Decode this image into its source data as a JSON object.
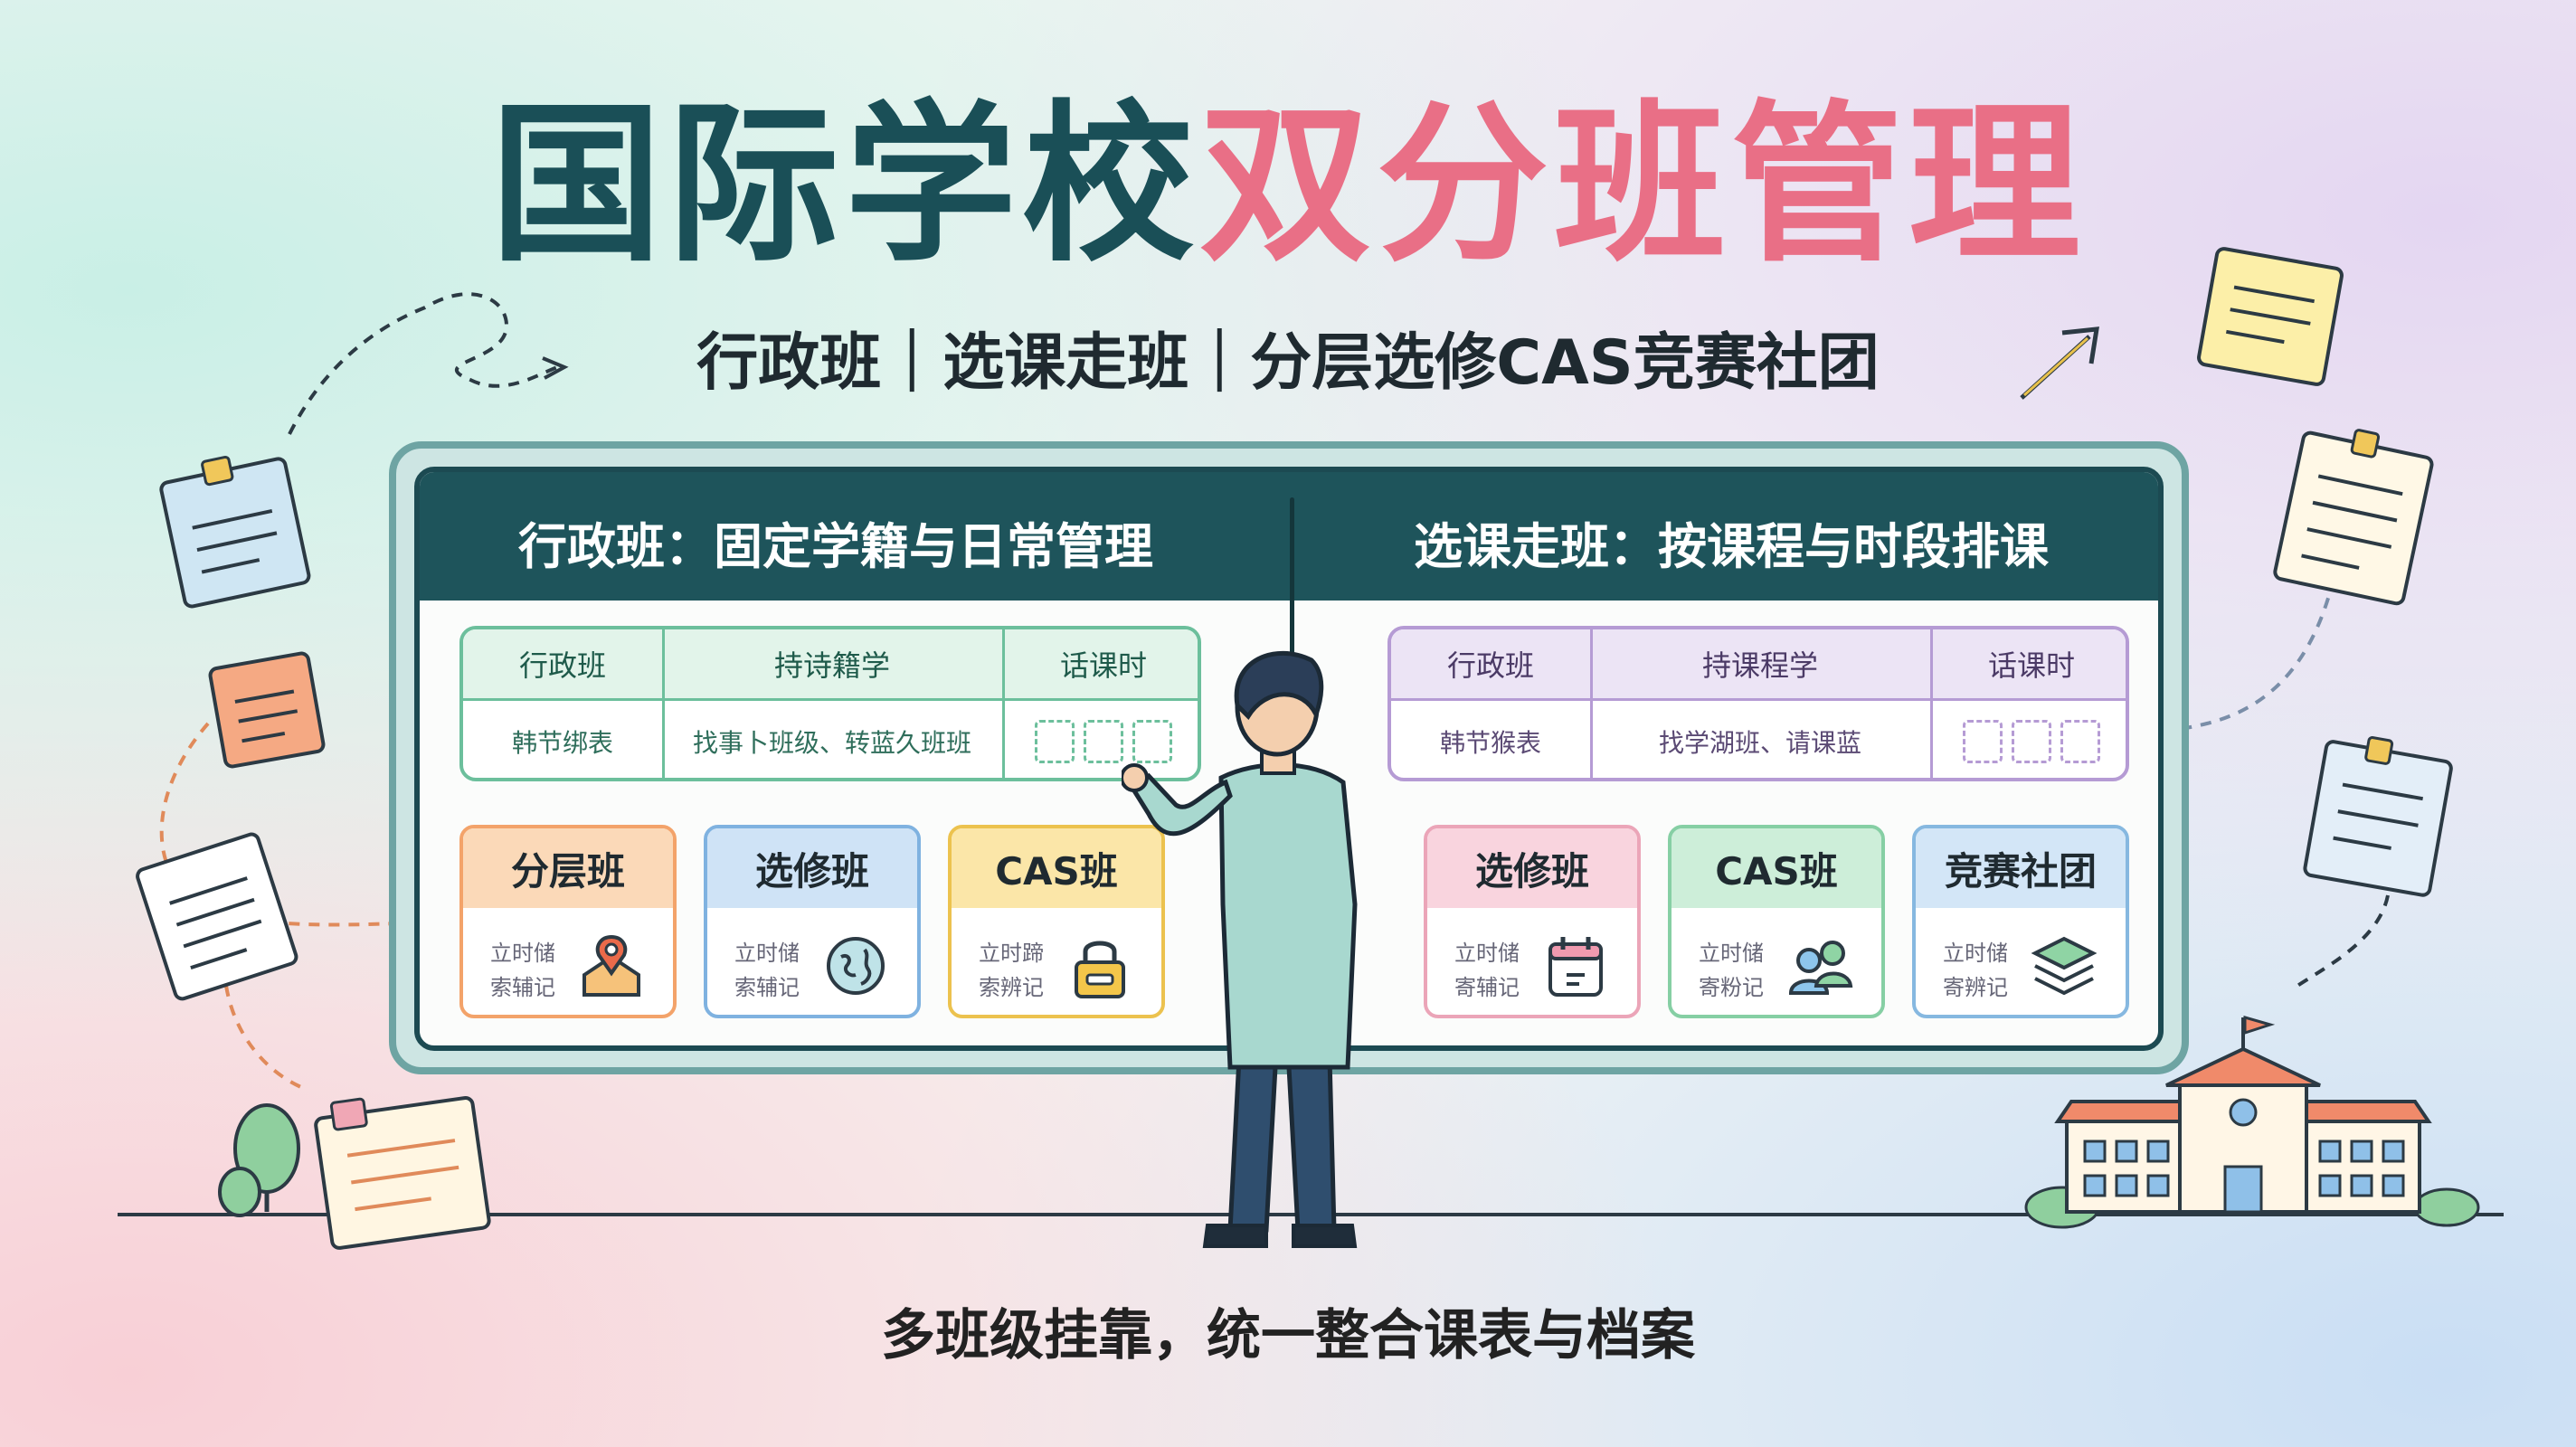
{
  "title": {
    "part1": "国际学校",
    "part2": "双分班管理"
  },
  "subtitle": "行政班｜选课走班｜分层选修CAS竞赛社团",
  "caption": "多班级挂靠，统一整合课表与档案",
  "left_panel": {
    "header": "行政班：固定学籍与日常管理",
    "table": {
      "headers": [
        "行政班",
        "持诗籍学",
        "话课时"
      ],
      "row": [
        "韩节绑表",
        "找事卜班级、转蓝久班班"
      ]
    },
    "cards": [
      {
        "title": "分层班",
        "line1": "立时储",
        "line2": "索辅记",
        "icon": "location-pin-icon",
        "color": "#f3a36a",
        "header_bg": "#fbd9b8"
      },
      {
        "title": "选修班",
        "line1": "立时储",
        "line2": "索辅记",
        "icon": "globe-icon",
        "color": "#7fb2e0",
        "header_bg": "#cfe3f6"
      },
      {
        "title": "CAS班",
        "line1": "立时蹄",
        "line2": "索辨记",
        "icon": "lock-icon",
        "color": "#ecc24e",
        "header_bg": "#fbe6a8"
      }
    ]
  },
  "right_panel": {
    "header": "选课走班：按课程与时段排课",
    "table": {
      "headers": [
        "行政班",
        "持课程学",
        "话课时"
      ],
      "row": [
        "韩节猴表",
        "找学湖班、请课蓝"
      ]
    },
    "cards": [
      {
        "title": "选修班",
        "line1": "立时储",
        "line2": "寄辅记",
        "icon": "calendar-icon",
        "color": "#eba5b8",
        "header_bg": "#f9d4de"
      },
      {
        "title": "CAS班",
        "line1": "立时储",
        "line2": "寄粉记",
        "icon": "users-icon",
        "color": "#86cfa4",
        "header_bg": "#cdeed9"
      },
      {
        "title": "竞赛社团",
        "line1": "立时储",
        "line2": "寄辨记",
        "icon": "layers-icon",
        "color": "#86b8e0",
        "header_bg": "#d3e6f7"
      }
    ]
  },
  "colors": {
    "title_dark": "#1a4f57",
    "title_pink": "#e96f86",
    "board_header": "#1e545b",
    "left_table": "#6cbf9c",
    "right_table": "#b59bd4"
  }
}
